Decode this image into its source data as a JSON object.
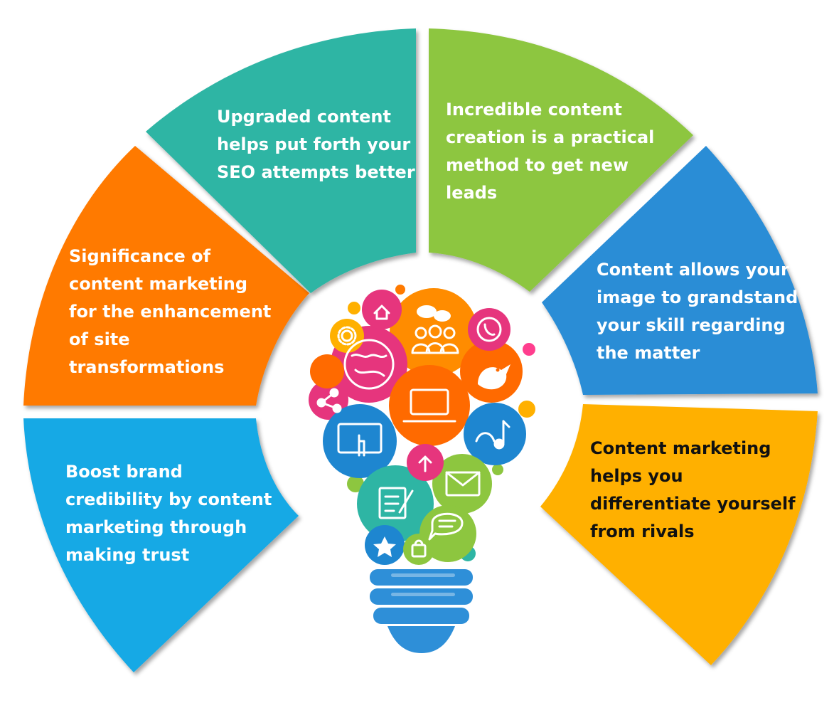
{
  "segments": [
    {
      "key": "orange",
      "color": "#FF7A00",
      "text": [
        "Significance of",
        "content marketing",
        "for the enhancement",
        "of site",
        "transformations"
      ]
    },
    {
      "key": "teal",
      "color": "#2EB5A4",
      "text": [
        "Upgraded content",
        "helps put forth your",
        "SEO attempts better"
      ]
    },
    {
      "key": "green",
      "color": "#8DC63F",
      "text": [
        "Incredible content",
        "creation is a practical",
        "method to get new",
        "leads"
      ]
    },
    {
      "key": "blue",
      "color": "#2B8DD6",
      "text": [
        "Content allows your",
        "image to grandstand",
        "your skill regarding",
        "the matter"
      ]
    },
    {
      "key": "yellow",
      "color": "#FFB000",
      "text": [
        "Content marketing",
        "helps you",
        "differentiate yourself",
        "from rivals"
      ]
    },
    {
      "key": "skyblue",
      "color": "#17A9E5",
      "text": [
        "Boost brand",
        "credibility by content",
        "marketing through",
        "making trust"
      ]
    }
  ],
  "bulb": {
    "base_color": "#2E8FD8",
    "icons": [
      "home-icon",
      "chat-icon",
      "people-icon",
      "gear-icon",
      "globe-icon",
      "phone-icon",
      "bird-icon",
      "share-icon",
      "laptop-icon",
      "touchscreen-icon",
      "music-icon",
      "upload-icon",
      "document-edit-icon",
      "envelope-icon",
      "message-icon",
      "star-icon",
      "shopping-bag-icon"
    ]
  }
}
